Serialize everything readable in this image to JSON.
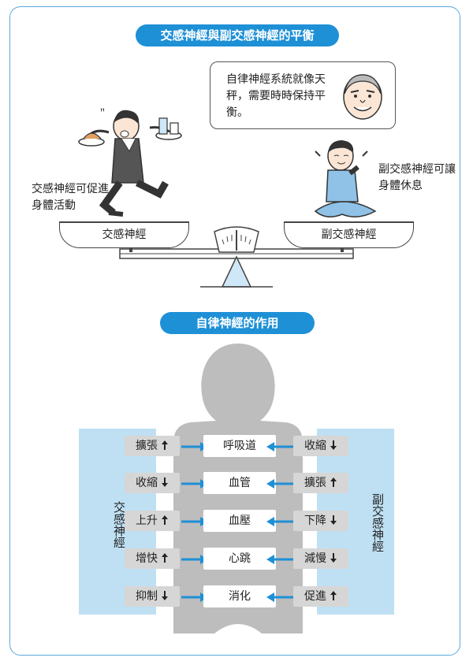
{
  "balance": {
    "title": "交感神經與副交感神經的平衡",
    "speech": "自律神經系統就像天秤，需要時時保持平衡。",
    "left_note": "交感神經可促進身體活動",
    "right_note": "副交感神經可讓身體休息",
    "left_pan": "交感神經",
    "right_pan": "副交感神經"
  },
  "function": {
    "title": "自律神經的作用",
    "left_panel": "交感神經",
    "right_panel": "副交感神經",
    "rows": [
      {
        "organ": "呼吸道",
        "sym": "擴張",
        "sym_dir": "up",
        "para": "收縮",
        "para_dir": "down"
      },
      {
        "organ": "血管",
        "sym": "收縮",
        "sym_dir": "down",
        "para": "擴張",
        "para_dir": "up"
      },
      {
        "organ": "血壓",
        "sym": "上升",
        "sym_dir": "up",
        "para": "下降",
        "para_dir": "down"
      },
      {
        "organ": "心跳",
        "sym": "增快",
        "sym_dir": "up",
        "para": "減慢",
        "para_dir": "down"
      },
      {
        "organ": "消化",
        "sym": "抑制",
        "sym_dir": "down",
        "para": "促進",
        "para_dir": "up"
      }
    ]
  },
  "colors": {
    "accent": "#1e90d6",
    "panel": "#bfe0f3",
    "body": "#bdbdbd",
    "box": "#d6d6d6"
  },
  "icons": [
    "running-waiter-illustration",
    "relaxed-sitting-man-illustration",
    "elderly-man-face-illustration",
    "balance-scale",
    "human-silhouette",
    "arrow-right-icon",
    "arrow-left-icon",
    "arrow-up-icon",
    "arrow-down-icon"
  ]
}
